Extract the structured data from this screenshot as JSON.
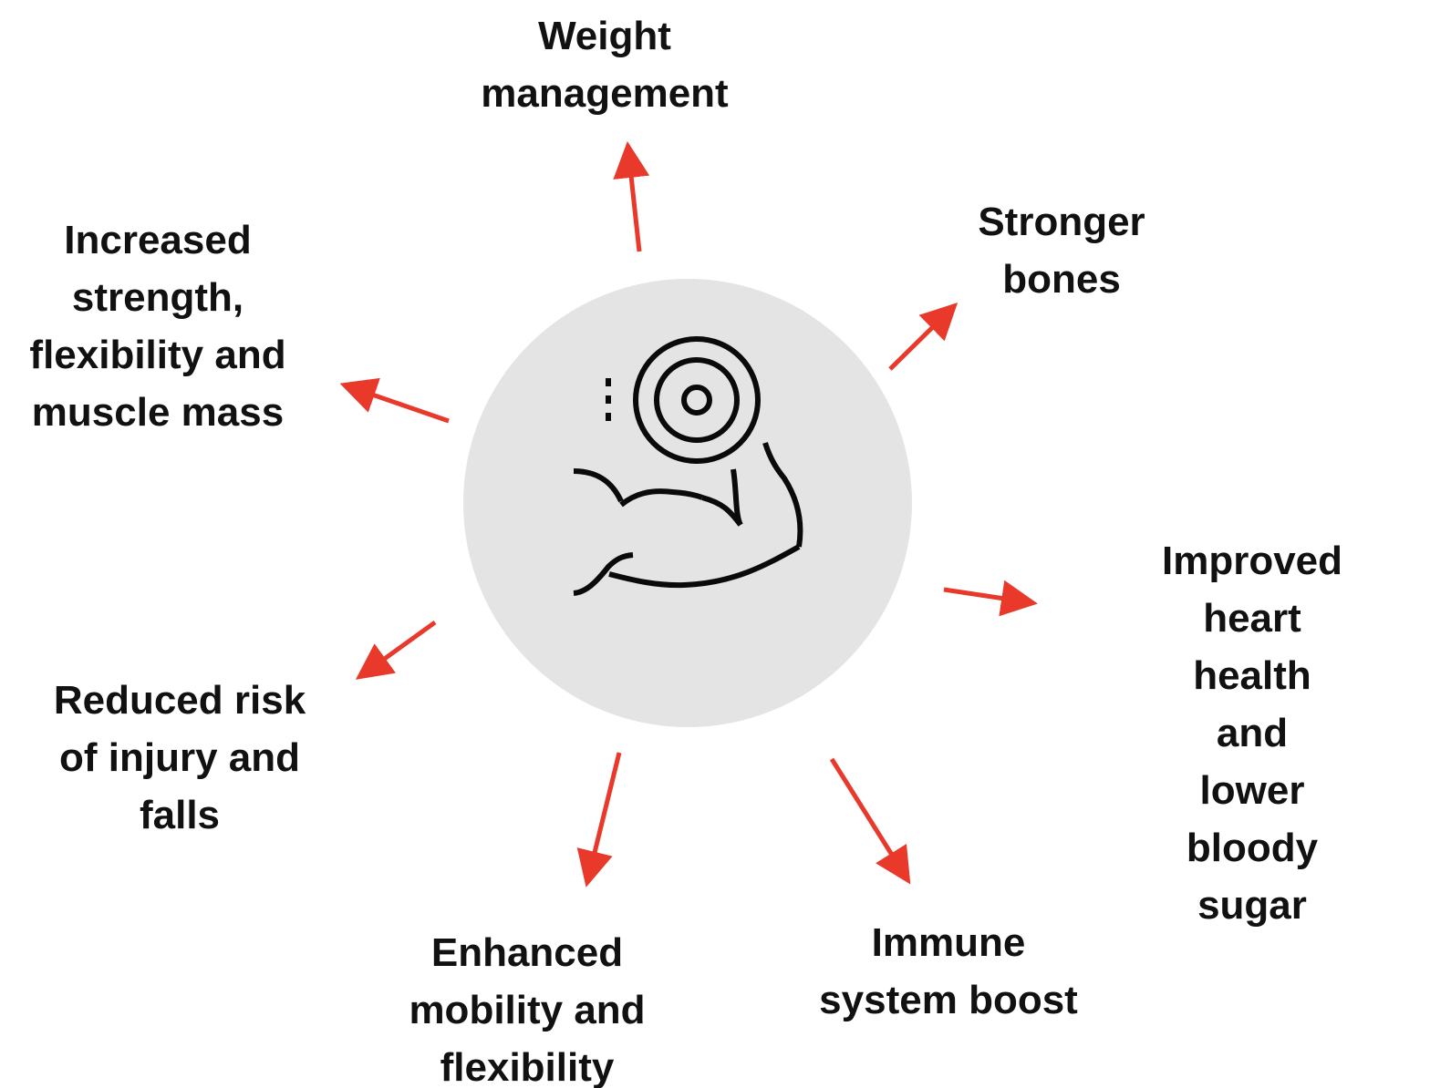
{
  "colors": {
    "arrow": "#e8392b",
    "circle": "#e4e4e4",
    "icon_stroke": "#0a0a0a",
    "text": "#111111"
  },
  "center": {
    "icon": "flexed-arm-dumbbell-icon"
  },
  "benefits": [
    {
      "id": "weight-management",
      "text": "Weight\nmanagement"
    },
    {
      "id": "stronger-bones",
      "text": "Stronger\nbones"
    },
    {
      "id": "improved-heart-health",
      "text": "Improved heart\nhealth and lower\nbloody sugar"
    },
    {
      "id": "immune-system-boost",
      "text": "Immune\nsystem boost"
    },
    {
      "id": "enhanced-mobility",
      "text": "Enhanced\nmobility and\nflexibility"
    },
    {
      "id": "reduced-injury-risk",
      "text": "Reduced risk\nof injury and\nfalls"
    },
    {
      "id": "increased-strength",
      "text": "Increased\nstrength,\nflexibility and\nmuscle mass"
    }
  ]
}
